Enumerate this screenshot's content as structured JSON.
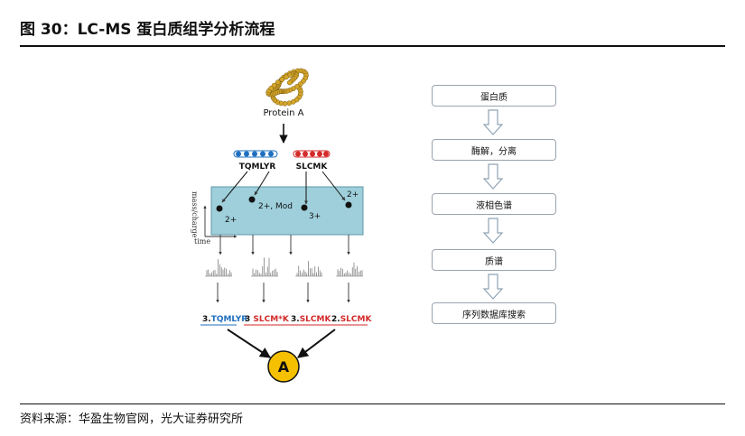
{
  "header": {
    "title": "图 30：LC-MS 蛋白质组学分析流程"
  },
  "footer": {
    "source": "资料来源：华盈生物官网，光大证券研究所"
  },
  "left_diagram": {
    "protein_label": "Protein A",
    "peptides": [
      "TQMLYR",
      "SLCMK"
    ],
    "lc_box": {
      "axis_y": "mass/charge",
      "axis_x": "time",
      "spots": [
        "2+",
        "2+, Mod",
        "3+",
        "2+"
      ]
    },
    "results": [
      {
        "prefix": "3.",
        "name": "TQMLYR"
      },
      {
        "prefix": "3 ",
        "name": "SLCM*K"
      },
      {
        "prefix": "3.",
        "name": "SLCMK"
      },
      {
        "prefix": "2.",
        "name": "SLCMK"
      }
    ],
    "final_label": "A"
  },
  "flowchart": {
    "steps": [
      "蛋白质",
      "酶解，分离",
      "液相色谱",
      "质谱",
      "序列数据库搜索"
    ]
  },
  "colors": {
    "blue": "#1f6fbf",
    "red": "#d42a2a",
    "lc_fill": "#9ecfda",
    "gold": "#f5c000",
    "protein_bead": "#d4a62a"
  }
}
